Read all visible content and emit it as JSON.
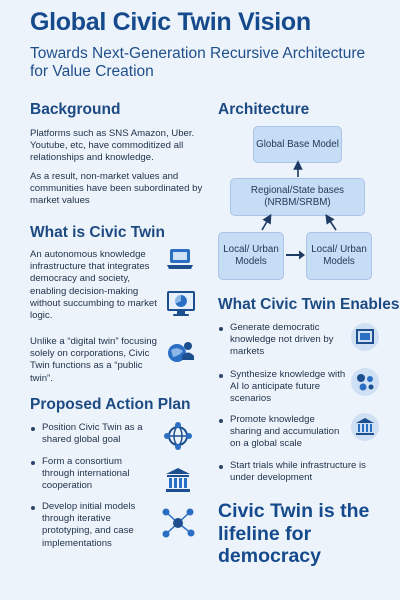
{
  "header": {
    "title": "Global Civic Twin Vision",
    "subtitle": "Towards Next-Generation Recursive Architecture for Value Creation"
  },
  "background": {
    "heading": "Background",
    "para1": "Platforms such as SNS Amazon, Uber. Youtube, etc, have commoditized all relationships and knowledge.",
    "para2": "As a result, non-market values and communities have been subordinated by market values"
  },
  "what_is": {
    "heading": "What is Civic Twin",
    "para1": "An autonomous knowledge infrastructure that integrates democracy and society, enabling decision-making without succumbing to market logic.",
    "para2": "Unlike a “digital twin” focusing solely on corporations, Civic Twin functions as a “public twin”."
  },
  "action_plan": {
    "heading": "Proposed Action Plan",
    "items": [
      "Position Civic Twin as a shared global goal",
      "Form a consortium through international cooperation",
      "Develop initial models through iterative prototyping, and case implementations"
    ]
  },
  "architecture": {
    "heading": "Architecture",
    "global": "Global Base Model",
    "regional": "Regional/State bases (NRBM/SRBM)",
    "local_left": "Local/ Urban Models",
    "local_right": "Local/ Urban Models"
  },
  "enables": {
    "heading": "What Civic Twin Enables",
    "items": [
      "Generate democratic knowledge not driven by markets",
      "Synthesize knowledge with AI lo anticipate future scenarios",
      "Promote knowledge sharing and accumula­tion on a global scale",
      "Start trials while infrastructure is under development"
    ]
  },
  "closing": "Civic Twin is the lifeline for democracy",
  "colors": {
    "accent": "#154a8c",
    "box": "#c7dcf5",
    "page": "#edf3fa"
  }
}
